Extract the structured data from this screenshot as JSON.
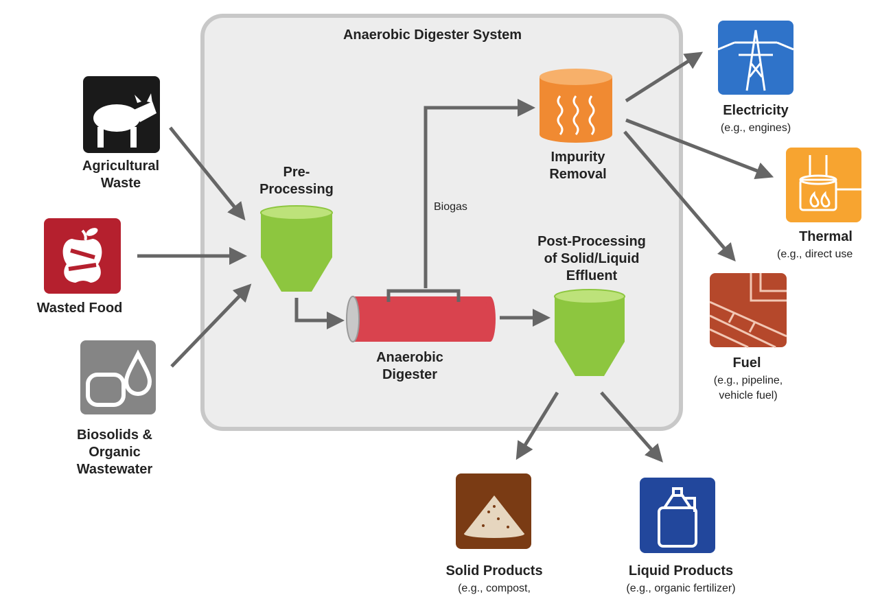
{
  "system": {
    "title": "Anaerobic Digester System",
    "biogas_label": "Biogas"
  },
  "inputs": {
    "agricultural_waste": [
      "Agricultural",
      "Waste"
    ],
    "wasted_food": [
      "Wasted Food"
    ],
    "biosolids": [
      "Biosolids &",
      "Organic",
      "Wastewater"
    ]
  },
  "stages": {
    "pre_processing": [
      "Pre-",
      "Processing"
    ],
    "anaerobic_digester": [
      "Anaerobic",
      "Digester"
    ],
    "post_processing": [
      "Post-Processing",
      "of Solid/Liquid",
      "Effluent"
    ],
    "impurity_removal": [
      "Impurity",
      "Removal"
    ]
  },
  "outputs": {
    "electricity": {
      "title": "Electricity",
      "sub": [
        "(e.g., engines)"
      ]
    },
    "thermal": {
      "title": "Thermal",
      "sub": [
        "(e.g., direct use"
      ]
    },
    "fuel": {
      "title": "Fuel",
      "sub": [
        "(e.g., pipeline,",
        "vehicle fuel)"
      ]
    },
    "solid_products": {
      "title": "Solid Products",
      "sub": [
        "(e.g., compost,"
      ]
    },
    "liquid_products": {
      "title": "Liquid Products",
      "sub": [
        "(e.g., organic fertilizer)"
      ]
    }
  },
  "colors": {
    "system_box_fill": "#ededed",
    "system_box_stroke": "#c8c8c8",
    "arrow": "#666666",
    "agricultural_icon": "#1a1a1a",
    "food_icon": "#b5202e",
    "biosolids_icon": "#858585",
    "green_tank": "#8dc63f",
    "green_tank_top": "#bde27a",
    "digester_red": "#d9434e",
    "impurity_orange": "#f08a32",
    "electricity_blue": "#2f73c9",
    "thermal_orange": "#f7a430",
    "fuel_brown": "#b5482b",
    "solid_brown": "#7a3b14",
    "liquid_blue": "#22479c"
  },
  "icons": {
    "agricultural": "cow-icon",
    "food": "apple-core-icon",
    "biosolids": "water-drop-icon",
    "electricity": "power-tower-icon",
    "thermal": "boiler-flame-icon",
    "fuel": "pipeline-icon",
    "solid": "compost-pile-icon",
    "liquid": "jug-icon"
  }
}
